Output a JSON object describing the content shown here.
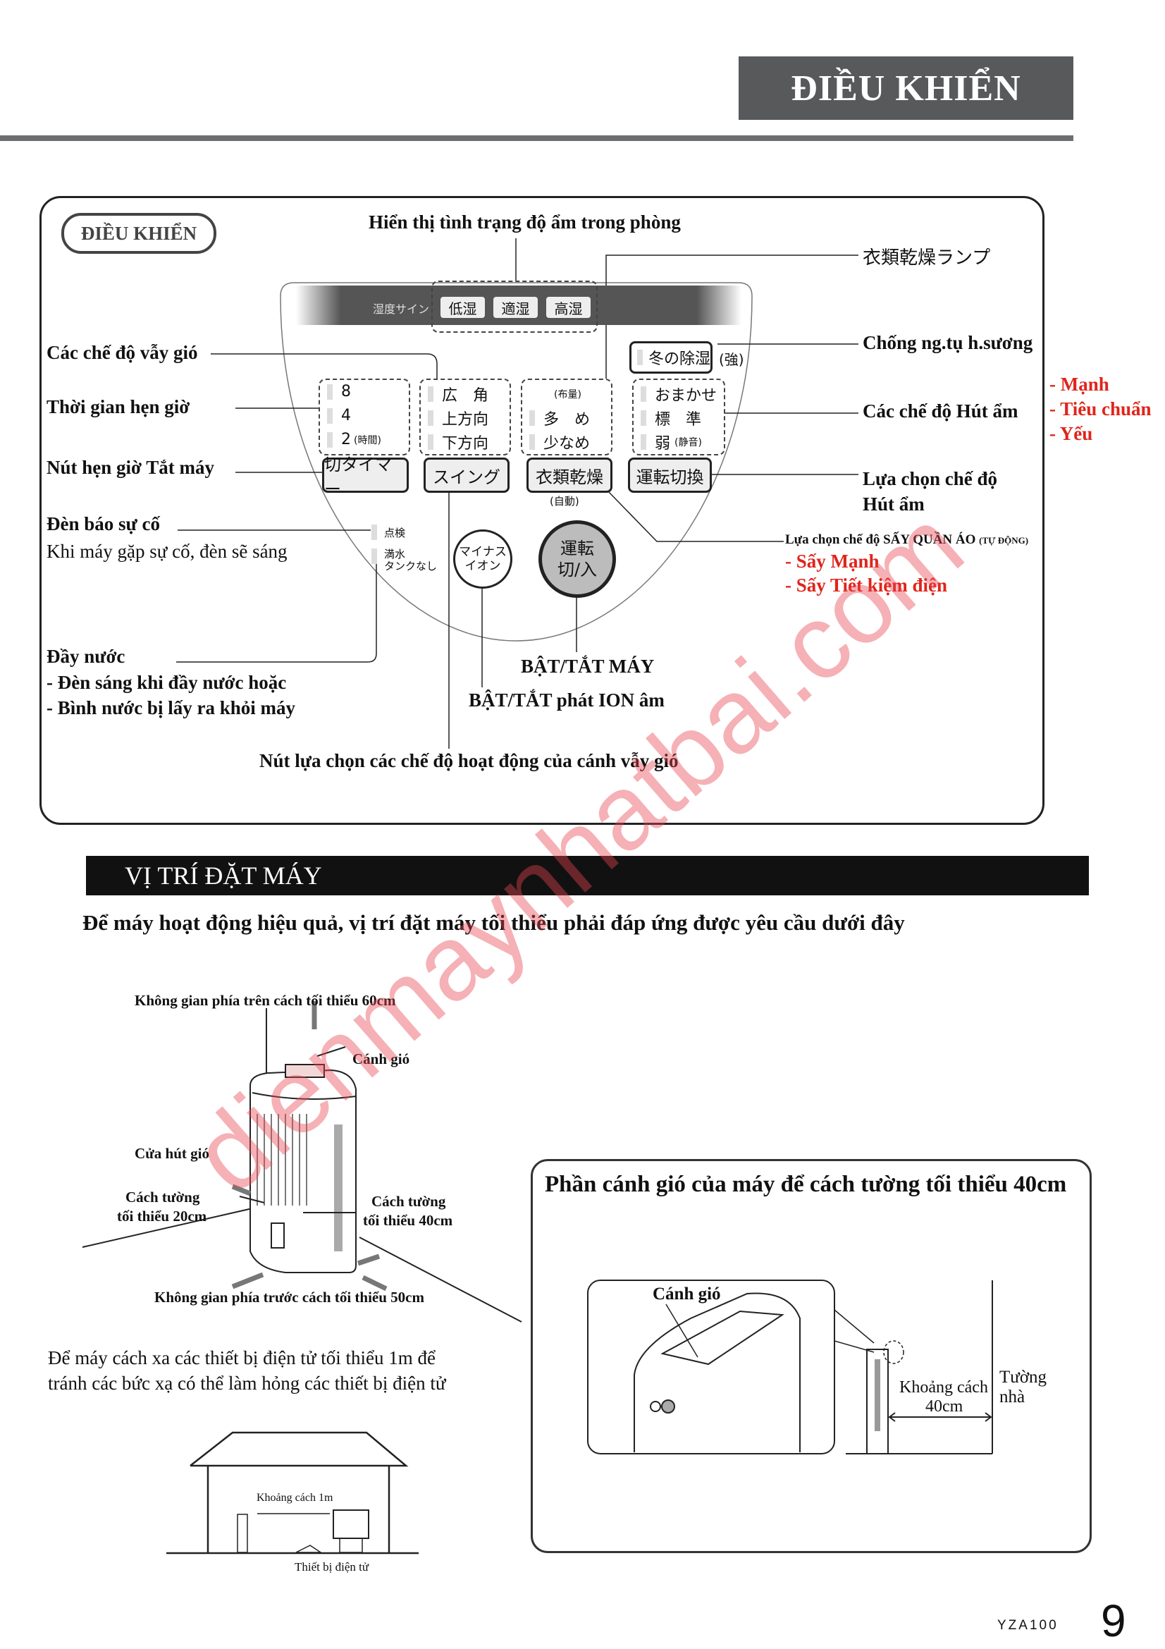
{
  "header": {
    "title": "ĐIỀU KHIỂN"
  },
  "panel": {
    "badge": "ĐIỀU KHIỂN",
    "humidity_title": "Hiển thị tình trạng độ ẩm trong phòng",
    "humidity_sign": "湿度サイン",
    "humidity_levels": [
      "低湿",
      "適湿",
      "高湿"
    ],
    "winter_mode": "冬の除湿",
    "winter_mode_suffix": "(強)",
    "timer_options": [
      "8",
      "4",
      "2"
    ],
    "timer_unit": "(時間)",
    "swing_options": [
      "広　角",
      "上方向",
      "下方向"
    ],
    "laundry_header": "(布量)",
    "laundry_options": [
      "多　め",
      "少なめ"
    ],
    "mode_options": [
      "おまかせ",
      "標　準",
      "弱"
    ],
    "mode_quiet": "(静音)",
    "buttons": {
      "timer": "切タイマー",
      "swing": "スイング",
      "laundry": "衣類乾燥",
      "mode": "運転切換"
    },
    "laundry_auto": "(自動)",
    "indicator_check": "点検",
    "indicator_full": "満水",
    "indicator_notank": "タンクなし",
    "ion_button": "マイナス\nイオン",
    "ion_line1": "マイナス",
    "ion_line2": "イオン",
    "power_line1": "運転",
    "power_line2": "切/入"
  },
  "labels": {
    "swing_modes": "Các chế độ vẫy gió",
    "timer": "Thời gian hẹn giờ",
    "off_timer": "Nút hẹn giờ Tắt máy",
    "error_light": "Đèn báo sự cố",
    "error_desc": "Khi máy gặp sự cố, đèn sẽ sáng",
    "full_water": "Đầy nước",
    "full_water_1": "- Đèn sáng khi đầy nước hoặc",
    "full_water_2": "- Bình nước bị lấy ra khỏi máy",
    "laundry_lamp": "衣類乾燥ランプ",
    "anti_frost": "Chống ng.tụ h.sương",
    "dehumid_modes": "Các chế độ Hút ẩm",
    "dehumid_levels": [
      "- Mạnh",
      "- Tiêu chuẩn",
      "- Yếu"
    ],
    "select_mode_1": "Lựa chọn chế độ",
    "select_mode_2": "Hút ẩm",
    "laundry_mode": "Lựa chọn chế độ SẤY QUẦN ÁO",
    "laundry_mode_small": "(TỰ ĐỘNG)",
    "laundry_levels": [
      "- Sấy Mạnh",
      "- Sấy Tiết kiệm điện"
    ],
    "power": "BẬT/TẮT MÁY",
    "ion": "BẬT/TẮT phát ION âm",
    "swing_button": "Nút lựa chọn các chế độ hoạt động của cánh vẫy gió"
  },
  "placement": {
    "section_title": "VỊ TRÍ ĐẶT MÁY",
    "subtitle": "Để máy hoạt động hiệu quả, vị trí đặt máy tối thiểu phải đáp ứng được yêu cầu dưới đây",
    "top_space": "Không gian phía trên cách tối thiểu 60cm",
    "louver": "Cánh gió",
    "intake": "Cửa hút gió",
    "side_wall_1": "Cách tường",
    "side_wall_2": "tối thiểu 20cm",
    "back_wall_1": "Cách tường",
    "back_wall_2": "tối thiểu 40cm",
    "front_space": "Không gian phía trước cách tối thiểu 50cm",
    "electronics_note_1": "Để máy cách xa các thiết bị điện tử tối thiểu 1m để",
    "electronics_note_2": "tránh các bức xạ có thể làm hỏng các thiết bị điện tử",
    "distance_1m": "Khoảng cách 1m",
    "electronics": "Thiết bị điện tử",
    "box_title": "Phần cánh gió của máy để cách tường tối thiểu 40cm",
    "box_louver": "Cánh gió",
    "box_distance_1": "Khoảng cách",
    "box_distance_2": "40cm",
    "box_wall_1": "Tường",
    "box_wall_2": "nhà"
  },
  "footer": {
    "model": "YZA100",
    "page": "9"
  },
  "watermark": "dienmaynhatbai.com",
  "colors": {
    "header_bg": "#58595b",
    "accent_red": "#e0241b",
    "section_bar": "#111111"
  }
}
